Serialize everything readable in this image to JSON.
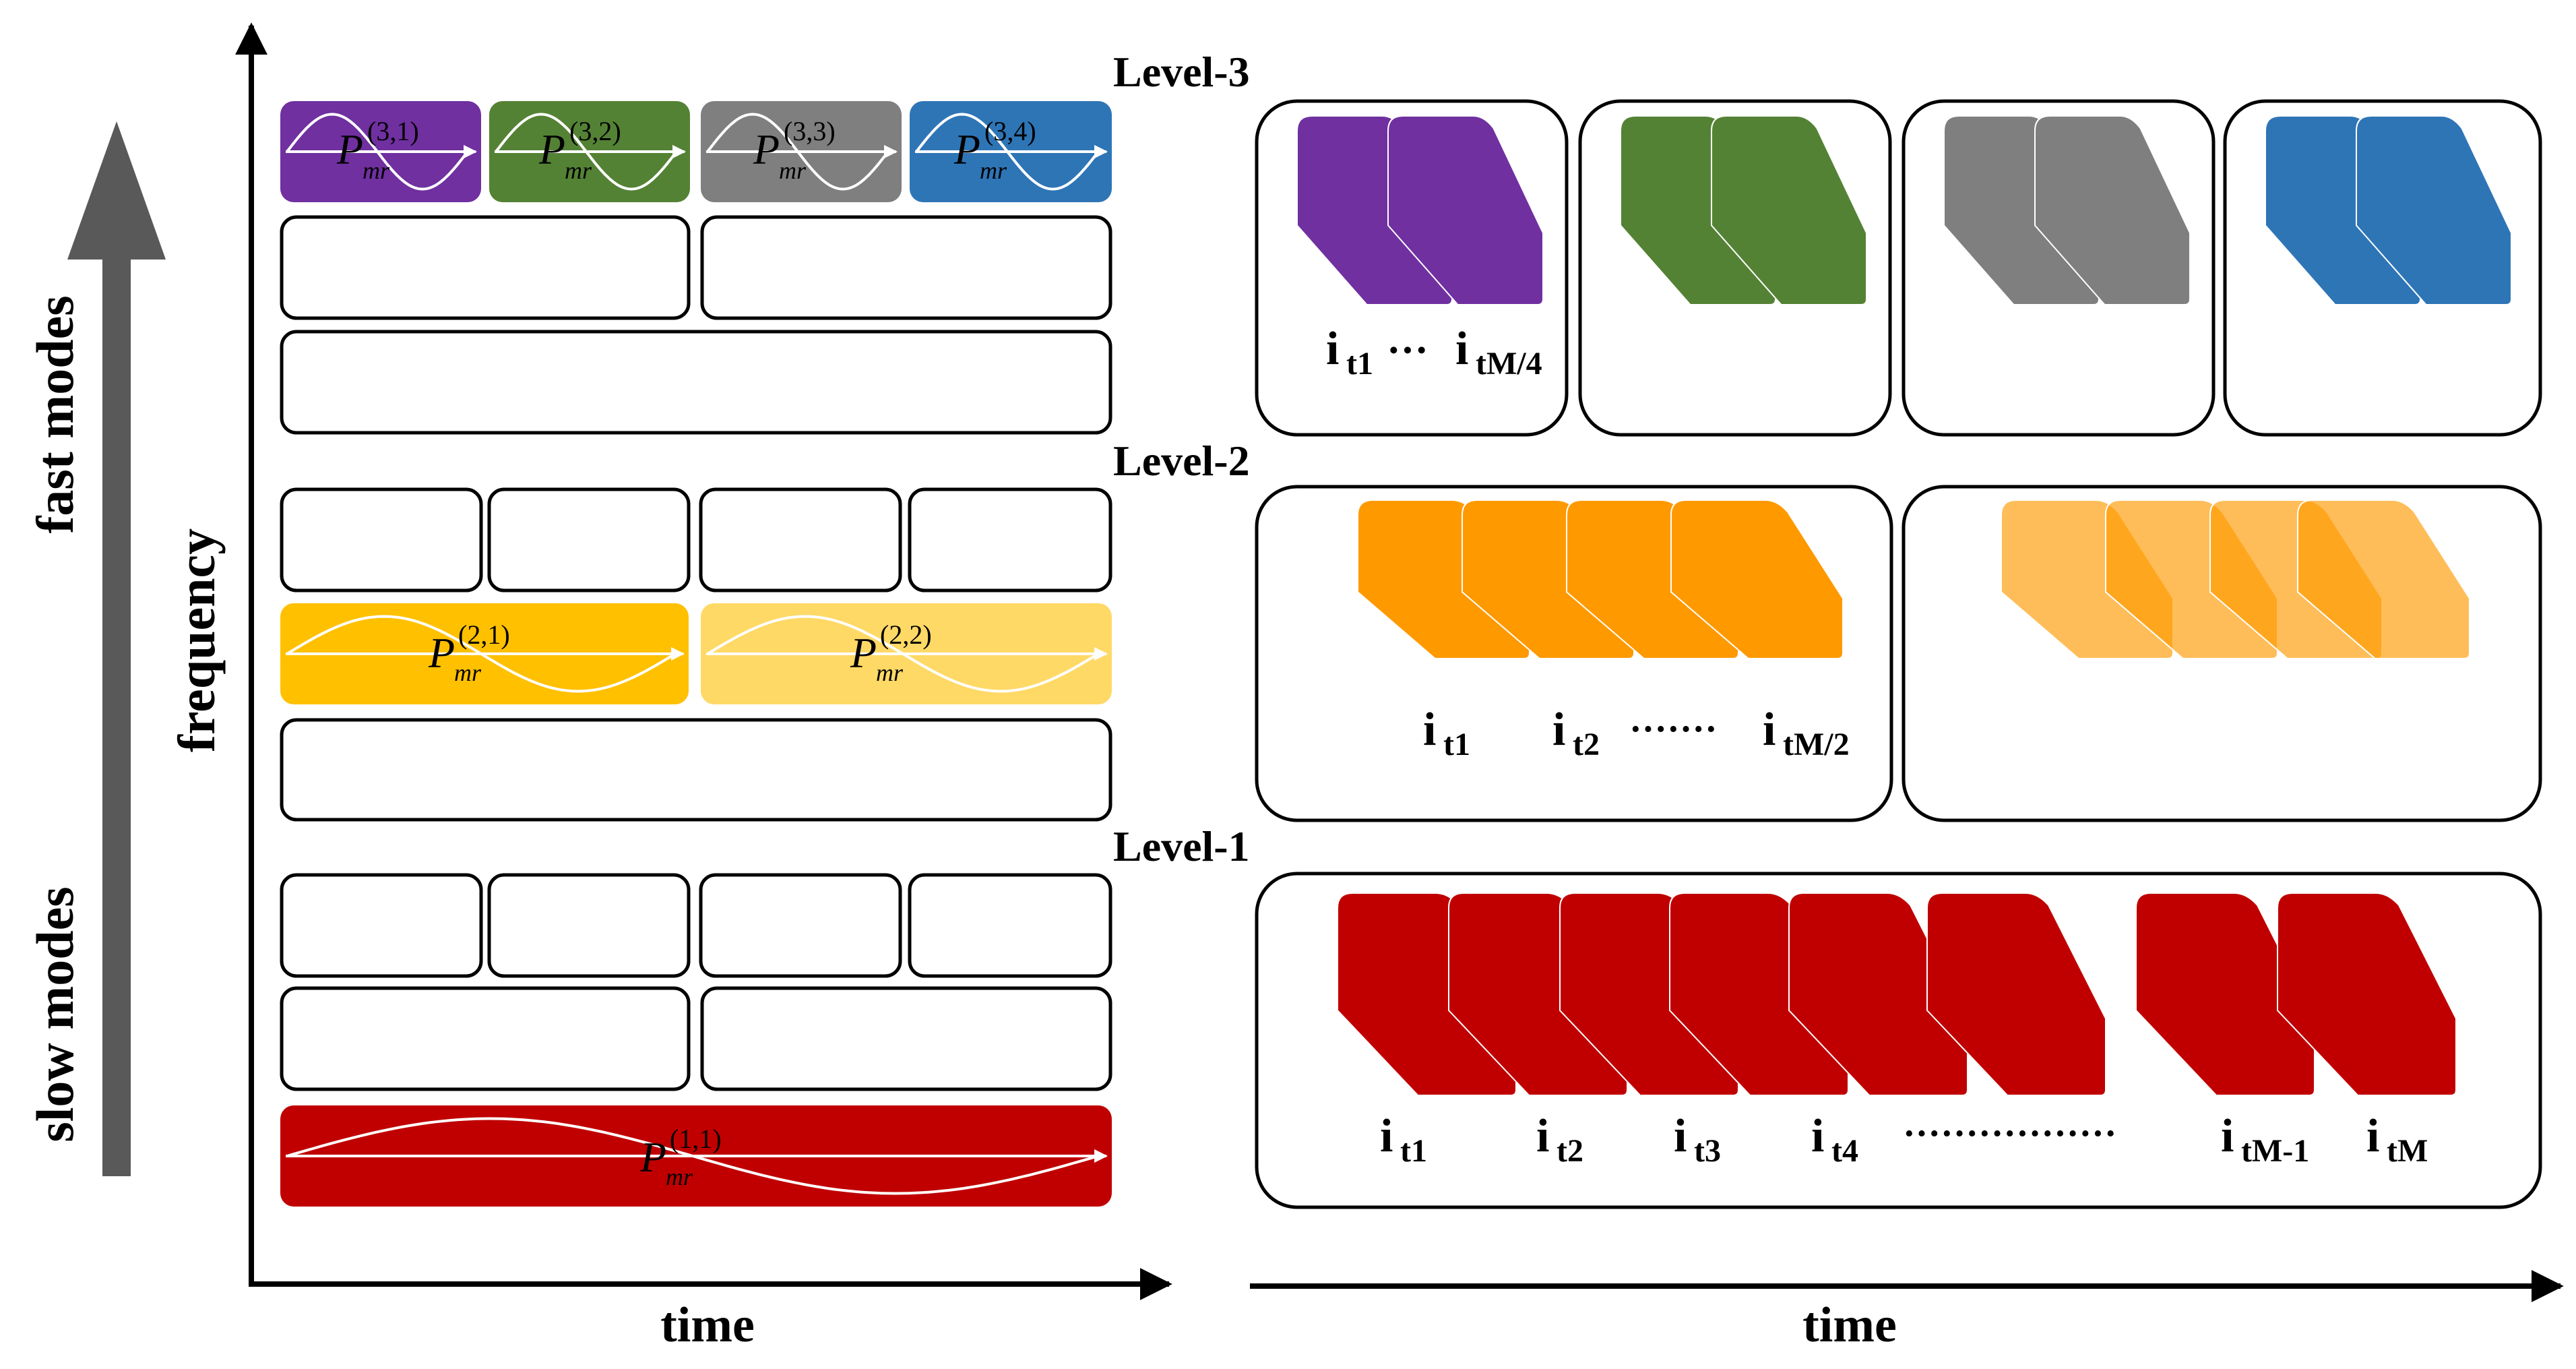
{
  "axis_labels": {
    "fast": "fast modes",
    "slow": "slow modes",
    "frequency": "frequency",
    "time_left": "time",
    "time_right": "time"
  },
  "levels": {
    "l3": "Level-3",
    "l2": "Level-2",
    "l1": "Level-1"
  },
  "modes": {
    "p31": {
      "base": "P",
      "sub": "mr",
      "sup": "(3,1)"
    },
    "p32": {
      "base": "P",
      "sub": "mr",
      "sup": "(3,2)"
    },
    "p33": {
      "base": "P",
      "sub": "mr",
      "sup": "(3,3)"
    },
    "p34": {
      "base": "P",
      "sub": "mr",
      "sup": "(3,4)"
    },
    "p21": {
      "base": "P",
      "sub": "mr",
      "sup": "(2,1)"
    },
    "p22": {
      "base": "P",
      "sub": "mr",
      "sup": "(2,2)"
    },
    "p11": {
      "base": "P",
      "sub": "mr",
      "sup": "(1,1)"
    }
  },
  "frame_labels": {
    "l3": {
      "a": "i",
      "a_sub": "t1",
      "dots": "···",
      "b": "i",
      "b_sub": "tM/4"
    },
    "l2": {
      "a": "i",
      "a_sub": "t1",
      "b": "i",
      "b_sub": "t2",
      "dots": "·······",
      "c": "i",
      "c_sub": "tM/2"
    },
    "l1": {
      "i1": "i",
      "s1": "t1",
      "i2": "i",
      "s2": "t2",
      "i3": "i",
      "s3": "t3",
      "i4": "i",
      "s4": "t4",
      "dots": "·················",
      "i5": "i",
      "s5": "tM-1",
      "i6": "i",
      "s6": "tM"
    }
  },
  "colors": {
    "purple": "#7030a0",
    "green": "#548235",
    "gray": "#7f7f7f",
    "blue": "#2e75b6",
    "yellow": "#ffc000",
    "light_yellow": "#ffd966",
    "orange": "#ff9900",
    "red": "#c00000",
    "axis": "#000000",
    "arrow": "#595959"
  }
}
